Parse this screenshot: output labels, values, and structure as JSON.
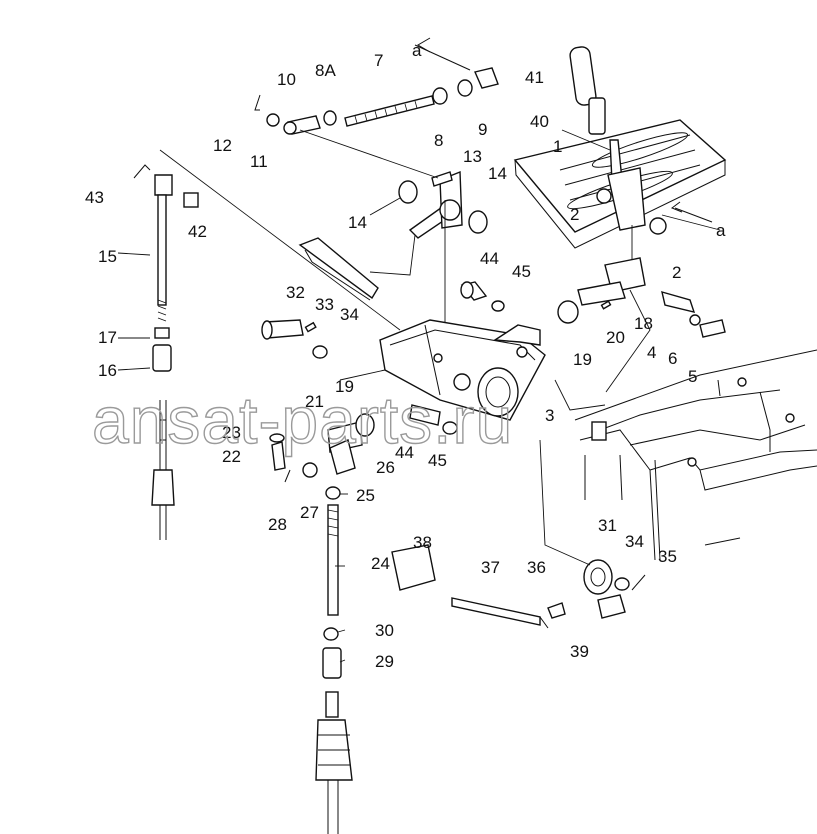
{
  "watermark": "ansat-parts.ru",
  "section_marker": "a",
  "callouts": [
    "1",
    "2",
    "2",
    "3",
    "4",
    "5",
    "6",
    "7",
    "8",
    "8A",
    "9",
    "10",
    "11",
    "12",
    "13",
    "14",
    "14",
    "15",
    "16",
    "17",
    "18",
    "19",
    "19",
    "20",
    "21",
    "22",
    "23",
    "24",
    "25",
    "26",
    "27",
    "28",
    "29",
    "30",
    "31",
    "32",
    "33",
    "34",
    "34",
    "35",
    "36",
    "37",
    "38",
    "39",
    "40",
    "41",
    "42",
    "43",
    "44",
    "44",
    "45",
    "45"
  ]
}
